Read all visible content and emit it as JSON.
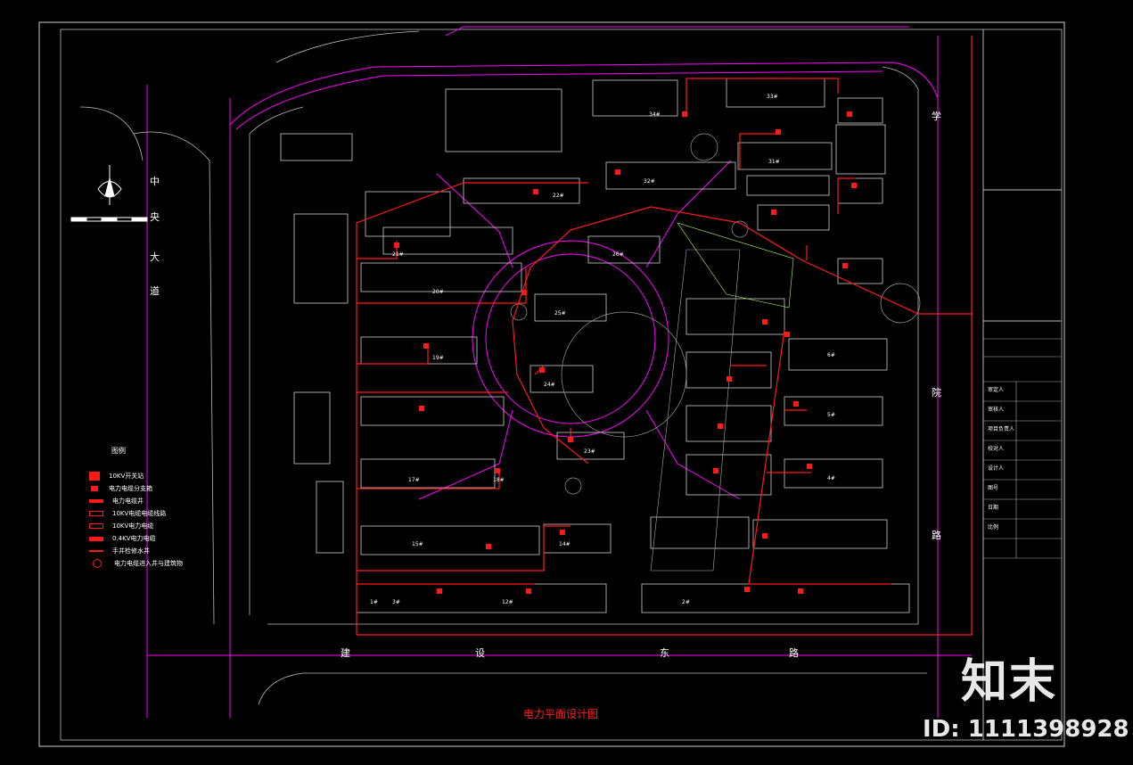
{
  "drawing_title": "电力平面设计图",
  "roads": {
    "west_vertical": [
      "中",
      "央",
      "大",
      "道"
    ],
    "east_vertical": [
      "学",
      "院",
      "路"
    ],
    "south_horizontal": [
      "建",
      "设",
      "东",
      "路"
    ]
  },
  "legend": {
    "title": "图例",
    "items": [
      {
        "label": "10KV开关站"
      },
      {
        "label": "电力电缆分支箱"
      },
      {
        "label": "电力电缆井"
      },
      {
        "label": "10KV电缆电缆线路"
      },
      {
        "label": "10KV电力电缆"
      },
      {
        "label": "0.4KV电力电缆"
      },
      {
        "label": "手井检修水井"
      },
      {
        "label": "电力电缆进入井与建筑物"
      }
    ]
  },
  "buildings": [
    "1#",
    "2#",
    "3#",
    "4#",
    "5#",
    "6#",
    "12#",
    "14#",
    "15#",
    "17#",
    "18#",
    "19#",
    "20#",
    "21#",
    "22#",
    "23#",
    "24#",
    "25#",
    "26#",
    "31#",
    "32#",
    "33#",
    "34#"
  ],
  "title_block": {
    "rows": [
      "审定人",
      "审核人",
      "项目负责人",
      "校对人",
      "设计人",
      "图号",
      "日期",
      "比例"
    ]
  },
  "watermark": {
    "brand": "知末",
    "id": "ID: 1111398928"
  },
  "colors": {
    "background": "#000000",
    "power_line": "#ff1a1a",
    "road": "#ff00ff",
    "outline": "#d0d0d0"
  }
}
